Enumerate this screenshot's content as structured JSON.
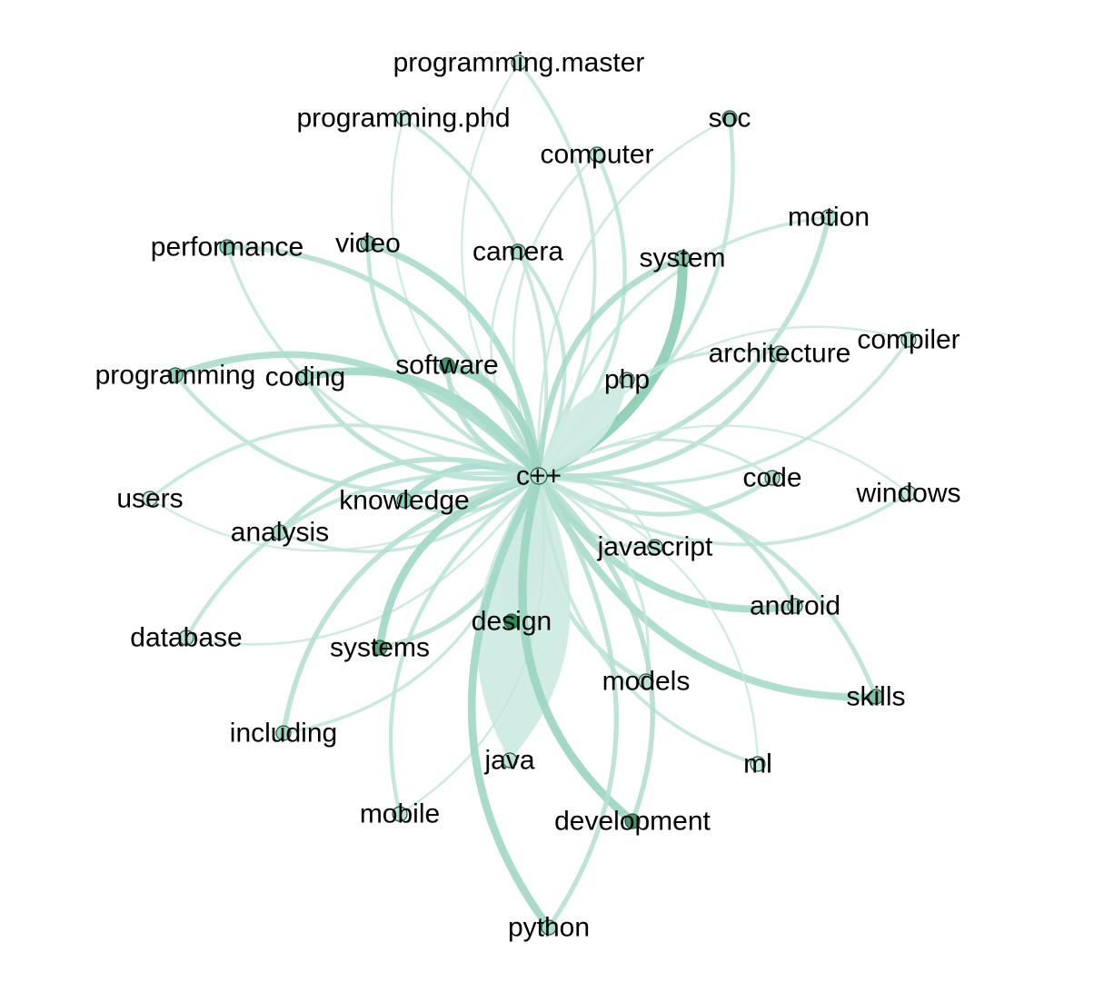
{
  "diagram": {
    "type": "network",
    "hub": "c++",
    "colors": {
      "edge_light": "#cfeae4",
      "edge_mid": "#a5dac9",
      "edge_dark": "#6fbf9c",
      "node_light": "#d9f0e8",
      "node_mid": "#8ccfb3",
      "node_dark": "#2d8a5a",
      "label": "#000000"
    },
    "nodes": [
      {
        "id": "c++",
        "label": "c++",
        "weight": 0.2
      },
      {
        "id": "programming.master",
        "label": "programming.master",
        "weight": 0.1
      },
      {
        "id": "programming.phd",
        "label": "programming.phd",
        "weight": 0.1
      },
      {
        "id": "soc",
        "label": "soc",
        "weight": 0.4
      },
      {
        "id": "computer",
        "label": "computer",
        "weight": 0.2
      },
      {
        "id": "motion",
        "label": "motion",
        "weight": 0.2
      },
      {
        "id": "performance",
        "label": "performance",
        "weight": 0.5
      },
      {
        "id": "video",
        "label": "video",
        "weight": 0.5
      },
      {
        "id": "camera",
        "label": "camera",
        "weight": 0.3
      },
      {
        "id": "system",
        "label": "system",
        "weight": 0.5
      },
      {
        "id": "compiler",
        "label": "compiler",
        "weight": 0.2
      },
      {
        "id": "architecture",
        "label": "architecture",
        "weight": 0.3
      },
      {
        "id": "programming",
        "label": "programming",
        "weight": 0.5
      },
      {
        "id": "coding",
        "label": "coding",
        "weight": 0.3
      },
      {
        "id": "software",
        "label": "software",
        "weight": 0.9
      },
      {
        "id": "php",
        "label": "php",
        "weight": 0.2
      },
      {
        "id": "code",
        "label": "code",
        "weight": 0.3
      },
      {
        "id": "windows",
        "label": "windows",
        "weight": 0.1
      },
      {
        "id": "users",
        "label": "users",
        "weight": 0.1
      },
      {
        "id": "knowledge",
        "label": "knowledge",
        "weight": 0.5
      },
      {
        "id": "analysis",
        "label": "analysis",
        "weight": 0.3
      },
      {
        "id": "javascript",
        "label": "javascript",
        "weight": 0.2
      },
      {
        "id": "android",
        "label": "android",
        "weight": 0.3
      },
      {
        "id": "database",
        "label": "database",
        "weight": 0.2
      },
      {
        "id": "systems",
        "label": "systems",
        "weight": 0.8
      },
      {
        "id": "design",
        "label": "design",
        "weight": 1.0
      },
      {
        "id": "skills",
        "label": "skills",
        "weight": 0.6
      },
      {
        "id": "models",
        "label": "models",
        "weight": 0.2
      },
      {
        "id": "including",
        "label": "including",
        "weight": 0.4
      },
      {
        "id": "java",
        "label": "java",
        "weight": 0.2
      },
      {
        "id": "ml",
        "label": "ml",
        "weight": 0.1
      },
      {
        "id": "mobile",
        "label": "mobile",
        "weight": 0.2
      },
      {
        "id": "development",
        "label": "development",
        "weight": 0.9
      },
      {
        "id": "python",
        "label": "python",
        "weight": 0.3
      }
    ],
    "edges": [
      {
        "target": "programming.master",
        "weight": 0.15
      },
      {
        "target": "programming.phd",
        "weight": 0.15
      },
      {
        "target": "soc",
        "weight": 0.2
      },
      {
        "target": "computer",
        "weight": 0.2
      },
      {
        "target": "motion",
        "weight": 0.3
      },
      {
        "target": "performance",
        "weight": 0.3
      },
      {
        "target": "video",
        "weight": 0.45
      },
      {
        "target": "camera",
        "weight": 0.2
      },
      {
        "target": "system",
        "weight": 0.75
      },
      {
        "target": "compiler",
        "weight": 0.15
      },
      {
        "target": "architecture",
        "weight": 0.3
      },
      {
        "target": "programming",
        "weight": 0.45
      },
      {
        "target": "coding",
        "weight": 0.55
      },
      {
        "target": "software",
        "weight": 0.6
      },
      {
        "target": "php",
        "weight": 0.95
      },
      {
        "target": "code",
        "weight": 0.25
      },
      {
        "target": "windows",
        "weight": 0.15
      },
      {
        "target": "users",
        "weight": 0.15
      },
      {
        "target": "knowledge",
        "weight": 0.45
      },
      {
        "target": "analysis",
        "weight": 0.3
      },
      {
        "target": "javascript",
        "weight": 0.2
      },
      {
        "target": "android",
        "weight": 0.5
      },
      {
        "target": "database",
        "weight": 0.2
      },
      {
        "target": "systems",
        "weight": 0.55
      },
      {
        "target": "design",
        "weight": 1.0
      },
      {
        "target": "skills",
        "weight": 0.5
      },
      {
        "target": "models",
        "weight": 0.25
      },
      {
        "target": "including",
        "weight": 0.3
      },
      {
        "target": "java",
        "weight": 1.0
      },
      {
        "target": "ml",
        "weight": 0.15
      },
      {
        "target": "mobile",
        "weight": 0.2
      },
      {
        "target": "development",
        "weight": 0.6
      },
      {
        "target": "python",
        "weight": 0.55
      }
    ]
  }
}
